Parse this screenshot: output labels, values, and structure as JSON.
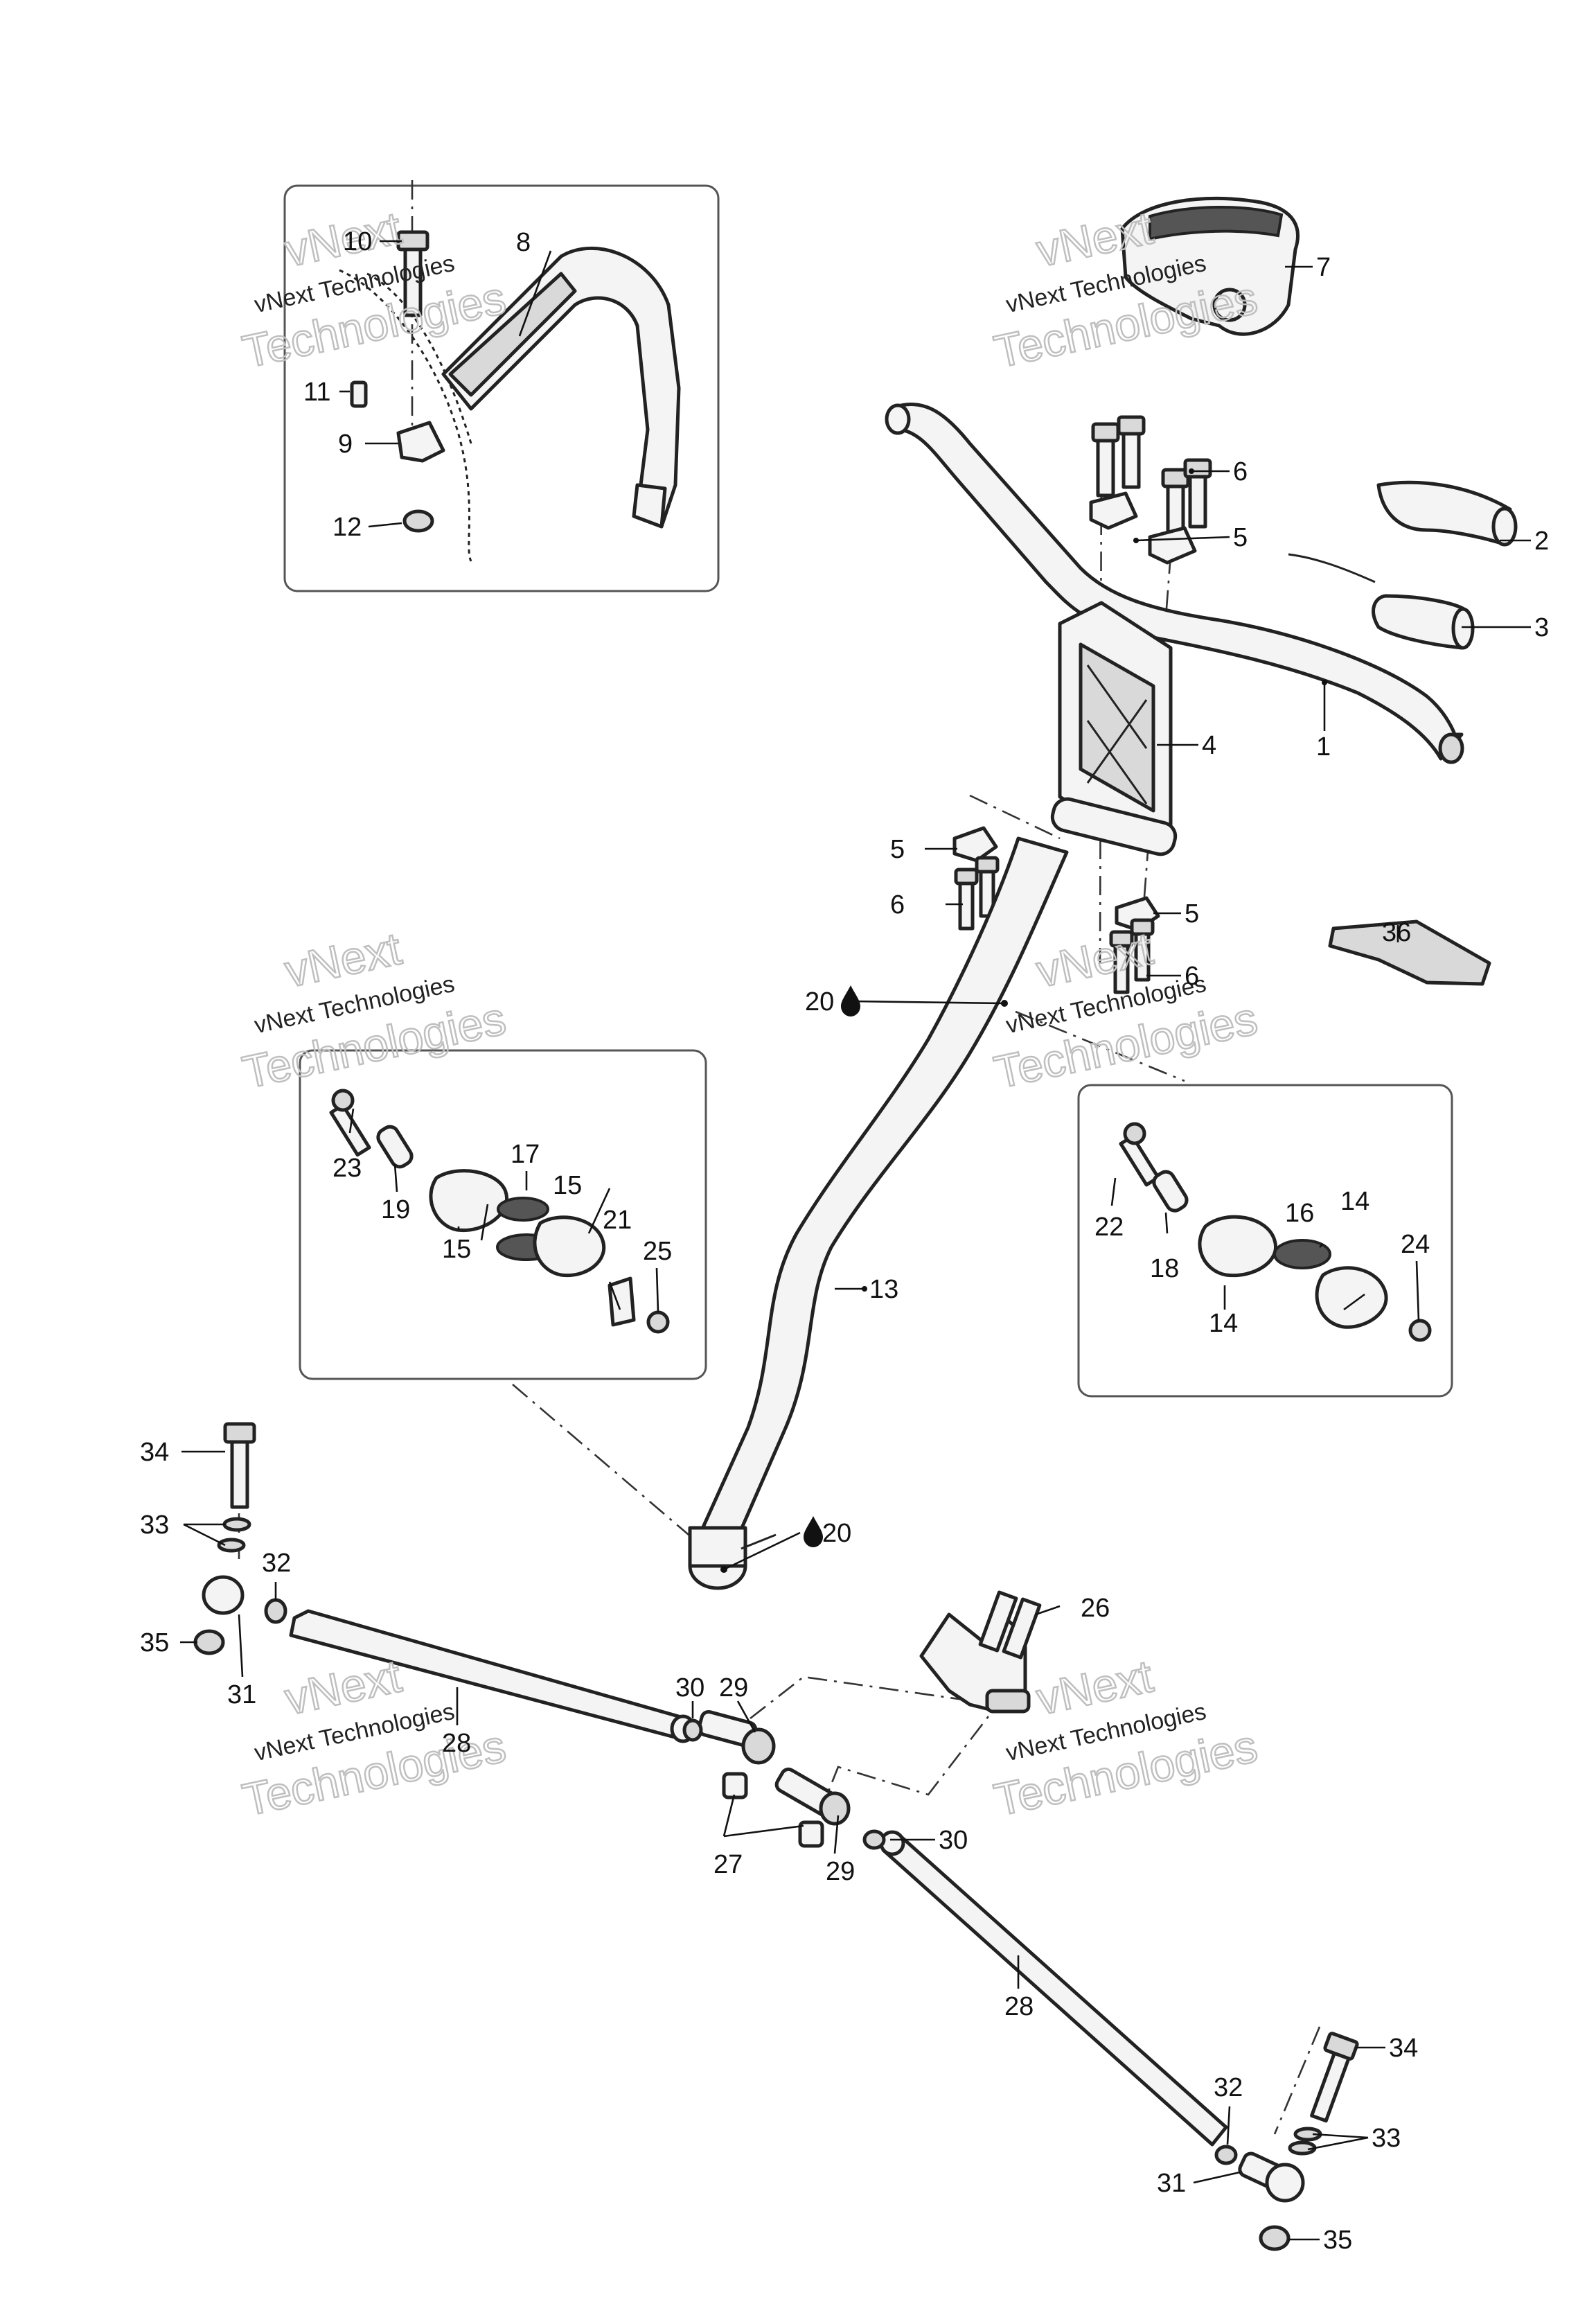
{
  "watermarks": [
    {
      "line1": "vNext",
      "line2": "vNext Technologies",
      "line3": "Technologies"
    },
    {
      "line1": "vNext",
      "line2": "vNext Technologies",
      "line3": "Technologies"
    },
    {
      "line1": "vNext",
      "line2": "vNext Technologies",
      "line3": "Technologies"
    },
    {
      "line1": "vNext",
      "line2": "vNext Technologies",
      "line3": "Technologies"
    },
    {
      "line1": "vNext",
      "line2": "vNext Technologies",
      "line3": "Technologies"
    },
    {
      "line1": "vNext",
      "line2": "vNext Technologies",
      "line3": "Technologies"
    }
  ],
  "callouts": {
    "c1": "1",
    "c2": "2",
    "c3": "3",
    "c4": "4",
    "c5a": "5",
    "c5b": "5",
    "c5c": "5",
    "c6a": "6",
    "c6b": "6",
    "c6c": "6",
    "c7": "7",
    "c8": "8",
    "c9": "9",
    "c10": "10",
    "c11": "11",
    "c12": "12",
    "c13": "13",
    "c14a": "14",
    "c14b": "14",
    "c15a": "15",
    "c15b": "15",
    "c16": "16",
    "c17": "17",
    "c18": "18",
    "c19": "19",
    "c20a": "20",
    "c20b": "20",
    "c21": "21",
    "c22": "22",
    "c23": "23",
    "c24": "24",
    "c25": "25",
    "c26": "26",
    "c27": "27",
    "c28a": "28",
    "c28b": "28",
    "c29a": "29",
    "c29b": "29",
    "c30a": "30",
    "c30b": "30",
    "c31a": "31",
    "c31b": "31",
    "c32a": "32",
    "c32b": "32",
    "c33a": "33",
    "c33b": "33",
    "c34a": "34",
    "c34b": "34",
    "c35a": "35",
    "c35b": "35",
    "c36": "36"
  },
  "icons": {
    "lubricant": "oil-drop-icon"
  },
  "colors": {
    "line": "#222222",
    "part_fill": "#f4f4f4",
    "watermark_outline": "#bfbfbf"
  }
}
